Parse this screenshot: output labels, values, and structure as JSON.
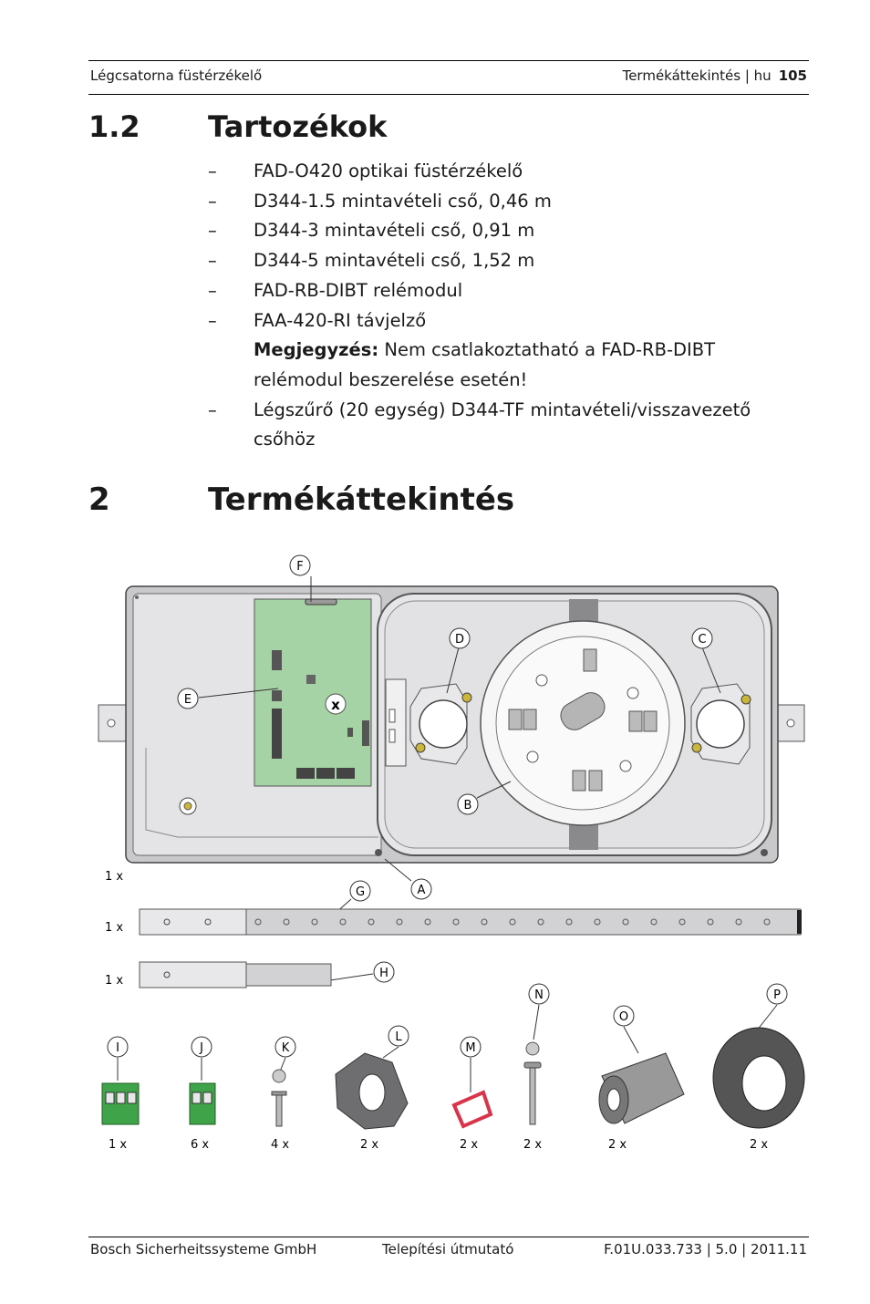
{
  "header": {
    "left": "Légcsatorna füstérzékelő",
    "right": "Termékáttekintés | hu",
    "page": "105"
  },
  "section_1_2": {
    "number": "1.2",
    "title": "Tartozékok",
    "items": [
      "FAD-O420 optikai füstérzékelő",
      "D344-1.5 mintavételi cső, 0,46 m",
      "D344-3 mintavételi cső, 0,91 m",
      "D344-5 mintavételi cső, 1,52 m",
      "FAD-RB-DIBT relémodul",
      "FAA-420-RI távjelző"
    ],
    "note_label": "Megjegyzés:",
    "note_text_1": " Nem csatlakoztatható a FAD-RB-DIBT",
    "note_text_2": "relémodul beszerelése esetén!",
    "last_item_1": "Légszűrő (20 egység) D344-TF mintavételi/visszavezető",
    "last_item_2": "csőhöz",
    "dash": "–"
  },
  "section_2": {
    "number": "2",
    "title": "Termékáttekintés"
  },
  "figure": {
    "callouts": [
      "A",
      "B",
      "C",
      "D",
      "E",
      "F",
      "G",
      "H",
      "I",
      "J",
      "K",
      "L",
      "M",
      "N",
      "O",
      "P"
    ],
    "quantities": {
      "main": "1 x",
      "g": "1 x",
      "h": "1 x",
      "i": "1 x",
      "j": "6 x",
      "k": "4 x",
      "l": "2 x",
      "m": "2 x",
      "n": "2 x",
      "o": "2 x",
      "p": "2 x"
    },
    "board_mark": "x",
    "colors": {
      "green_board": "#9fd0a0",
      "terminal_green": "#3fa34a",
      "gray_housing": "#d6d6d8",
      "dark_gray": "#6e6e70",
      "red": "#d9354a"
    }
  },
  "footer": {
    "left": "Bosch Sicherheitssysteme GmbH",
    "center": "Telepítési útmutató",
    "right": "F.01U.033.733 | 5.0 | 2011.11"
  }
}
